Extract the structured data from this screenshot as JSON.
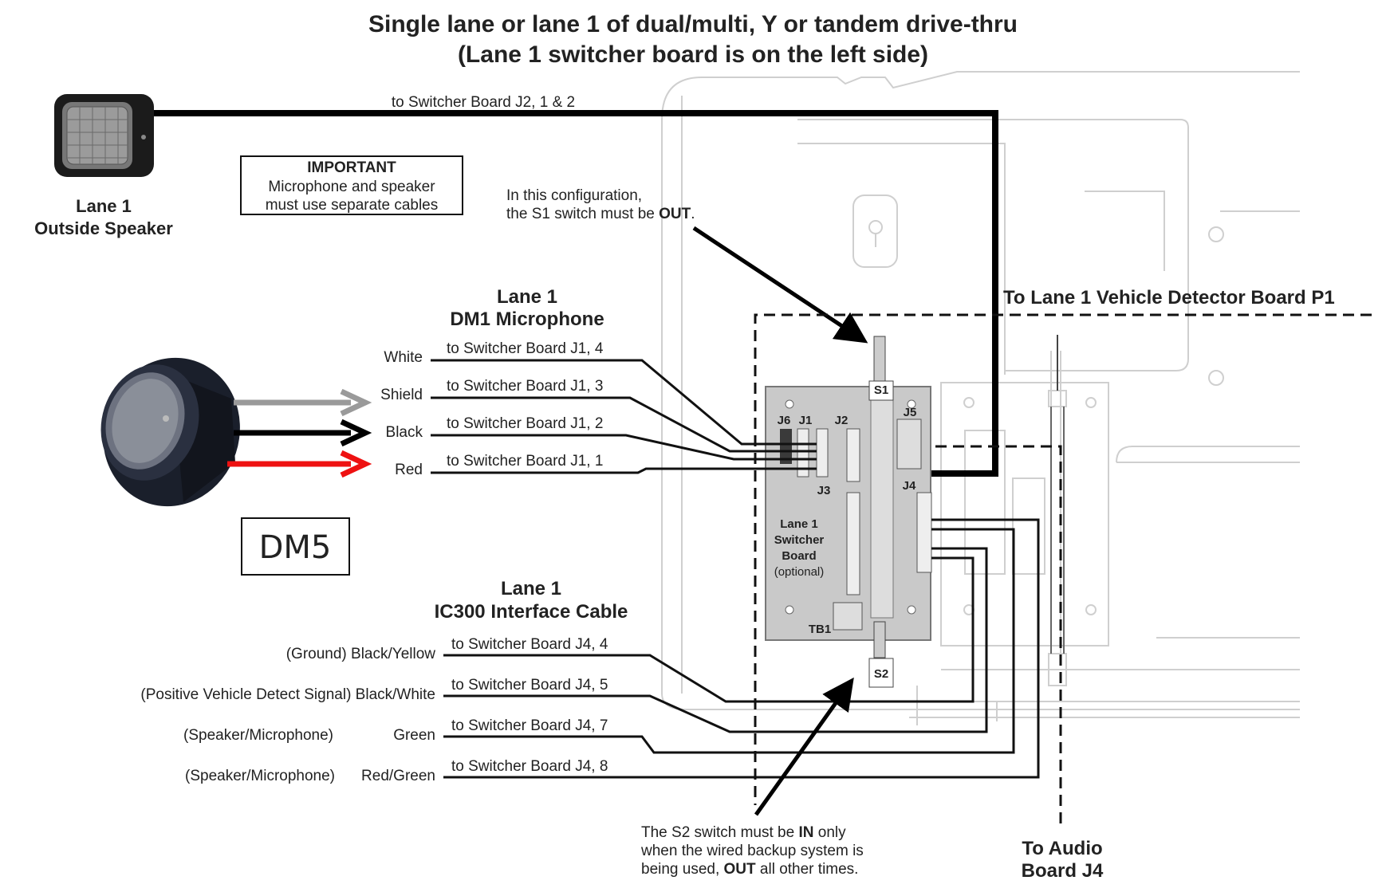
{
  "title": {
    "line1": "Single lane or lane 1 of dual/multi, Y or tandem drive-thru",
    "line2": "(Lane 1 switcher board is on the left side)"
  },
  "speaker": {
    "label_line1": "Lane 1",
    "label_line2": "Outside Speaker",
    "cable_label": "to Switcher Board J2,  1 & 2"
  },
  "important_box": {
    "heading": "IMPORTANT",
    "line1": "Microphone and speaker",
    "line2": "must use separate cables"
  },
  "s1_note": {
    "line1": "In this configuration,",
    "line2_prefix": "the S1 switch must be ",
    "line2_bold": "OUT",
    "line2_suffix": "."
  },
  "vehicle_detector": "To Lane 1 Vehicle Detector Board P1",
  "microphone": {
    "heading_line1": "Lane 1",
    "heading_line2": "DM1 Microphone",
    "model_box": "DM5",
    "wires": [
      {
        "color_name": "White",
        "dest": "to Switcher Board J1,  4"
      },
      {
        "color_name": "Shield",
        "dest": "to Switcher Board J1,  3"
      },
      {
        "color_name": "Black",
        "dest": "to Switcher Board J1,  2"
      },
      {
        "color_name": "Red",
        "dest": "to Switcher Board J1,  1"
      }
    ],
    "arrow_colors": [
      "#9a9a9a",
      "#000000",
      "#ee1111"
    ]
  },
  "interface_cable": {
    "heading_line1": "Lane 1",
    "heading_line2": "IC300 Interface Cable",
    "wires": [
      {
        "function": "(Ground) Black/Yellow",
        "dest": "to Switcher Board J4,  4"
      },
      {
        "function": "(Positive Vehicle Detect Signal)  Black/White",
        "dest": "to Switcher Board J4,  5"
      },
      {
        "function_left": "(Speaker/Microphone)",
        "function_right": "Green",
        "dest": "to Switcher Board J4,  7"
      },
      {
        "function_left": "(Speaker/Microphone)",
        "function_right": "Red/Green",
        "dest": "to Switcher Board J4,  8"
      }
    ]
  },
  "board": {
    "label_line1": "Lane 1",
    "label_line2": "Switcher",
    "label_line3": "Board",
    "label_line4": "(optional)",
    "connectors": [
      "J6",
      "J1",
      "J2",
      "J3",
      "J4",
      "J5",
      "S1",
      "S2",
      "TB1"
    ]
  },
  "s2_note": {
    "line1_prefix": "The S2 switch must be ",
    "line1_bold": "IN",
    "line1_suffix": " only",
    "line2": "when the wired backup system is",
    "line3_prefix": "being used, ",
    "line3_bold": "OUT",
    "line3_suffix": " all other times."
  },
  "audio_board": {
    "line1": "To Audio",
    "line2": "Board J4"
  }
}
